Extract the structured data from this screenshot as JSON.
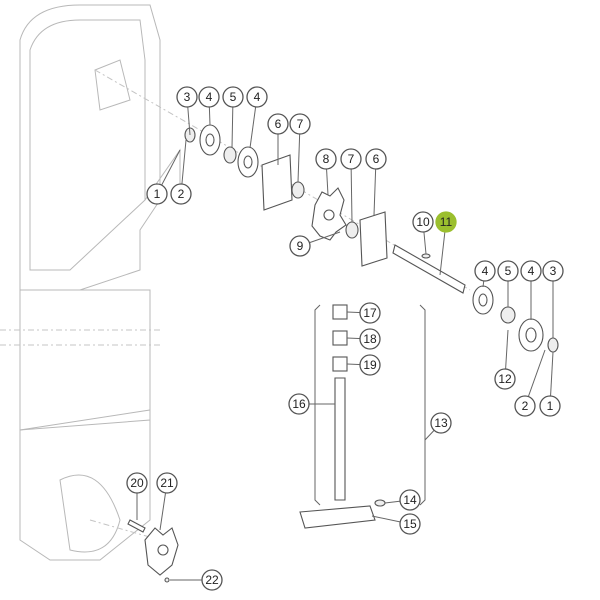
{
  "diagram": {
    "highlight_color": "#9bbf2e",
    "highlighted_callout": "11",
    "callouts": [
      "3",
      "4",
      "5",
      "4",
      "6",
      "7",
      "1",
      "2",
      "8",
      "7",
      "6",
      "9",
      "10",
      "11",
      "4",
      "5",
      "4",
      "3",
      "12",
      "2",
      "1",
      "17",
      "18",
      "19",
      "16",
      "13",
      "14",
      "15",
      "20",
      "21",
      "22"
    ]
  }
}
